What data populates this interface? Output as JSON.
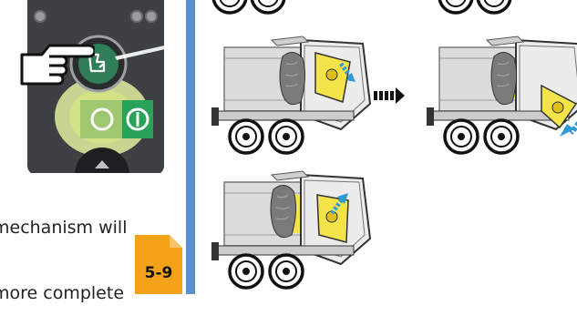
{
  "caption": {
    "line1": "mechanism will",
    "line2": "more complete"
  },
  "page_badge": {
    "label": "5-9",
    "color": "#f5a21b"
  },
  "control_panel": {
    "buttons": [
      "compaction-button",
      "start-button"
    ],
    "highlight_color": "#e3efa0",
    "accent_green": "#2aa35a"
  },
  "diagrams": {
    "steps": [
      "compaction-step-1",
      "compaction-step-2",
      "compaction-step-3"
    ],
    "arrow_icon": "dashed-right-arrow-icon"
  },
  "colors": {
    "separator_blue": "#5d8fcd",
    "panel_dark": "#3e4143",
    "truck_yellow": "#f4e44a",
    "motion_blue": "#2f9ad6"
  }
}
